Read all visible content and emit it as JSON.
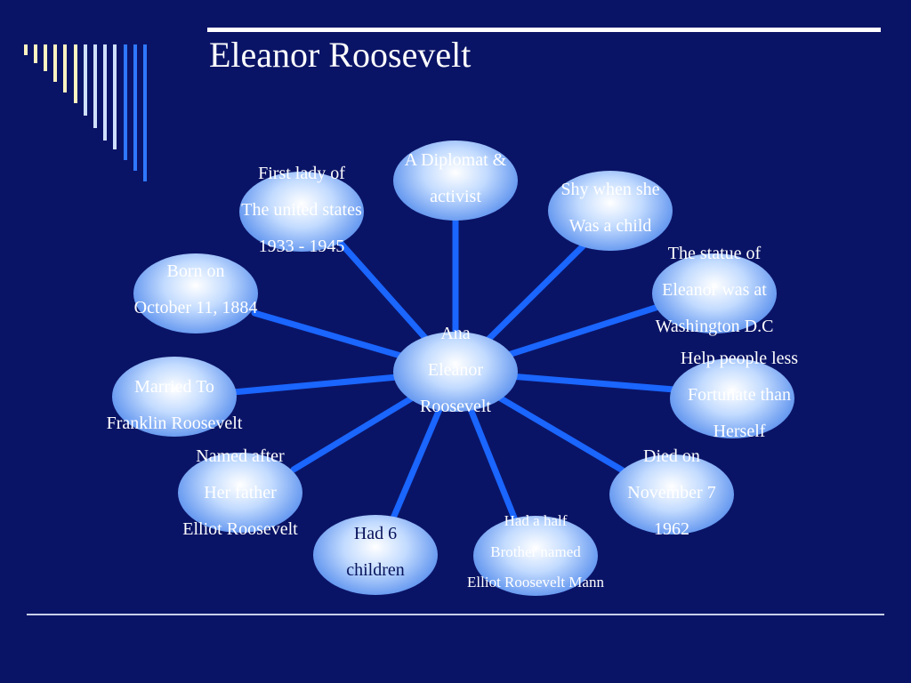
{
  "slide": {
    "title": "Eleanor Roosevelt"
  },
  "colors": {
    "background": "#0a1466",
    "spoke": "#1a66ff",
    "bubble_edge": "#3f73d8",
    "bubble_center": "#ffffff",
    "text_light": "#ffffff",
    "text_dark": "#07125a",
    "deco_cream": "#fff3c0",
    "deco_light_blue": "#cfe0ff",
    "deco_blue": "#2f78ff"
  },
  "diagram": {
    "center": {
      "lines": [
        "Ana",
        "Eleanor",
        "Roosevelt"
      ]
    },
    "nodes": [
      {
        "id": "diplomat",
        "lines": [
          "A Diplomat &",
          "activist"
        ]
      },
      {
        "id": "shy",
        "lines": [
          "Shy when she",
          "Was a child"
        ]
      },
      {
        "id": "statue",
        "lines": [
          "The statue of",
          "Eleanor was at",
          "Washington D.C"
        ]
      },
      {
        "id": "help",
        "lines": [
          "Help people less",
          "Fortunate than",
          "Herself"
        ]
      },
      {
        "id": "died",
        "lines": [
          "Died on",
          "November 7",
          "1962"
        ]
      },
      {
        "id": "half-brother",
        "lines": [
          "Had a half",
          "Brother named",
          "Elliot Roosevelt Mann"
        ]
      },
      {
        "id": "children",
        "lines": [
          "Had 6",
          "children"
        ]
      },
      {
        "id": "named",
        "lines": [
          "Named after",
          "Her father",
          "Elliot Roosevelt"
        ]
      },
      {
        "id": "married",
        "lines": [
          "Married  To",
          "Franklin Roosevelt"
        ]
      },
      {
        "id": "born",
        "lines": [
          "Born on",
          "October 11, 1884"
        ]
      },
      {
        "id": "first-lady",
        "lines": [
          "First lady of",
          "The united states",
          "1933 - 1945"
        ]
      }
    ]
  }
}
